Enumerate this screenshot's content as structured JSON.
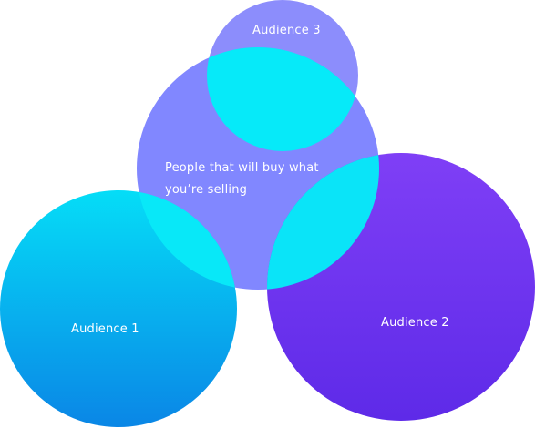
{
  "diagram": {
    "labels": {
      "main": "People that will buy what you’re selling",
      "audience_1": "Audience 1",
      "audience_2": "Audience 2",
      "audience_3": "Audience 3"
    },
    "colors": {
      "main_circle": "#8187ff",
      "audience_1_top": "#05ddf7",
      "audience_1_bottom": "#0a86e6",
      "audience_2_top": "#7f3ff6",
      "audience_2_bottom": "#5e2ae8",
      "audience_3": "#8c8dfc",
      "overlap": "#08e8f8",
      "text": "#ffffff"
    }
  }
}
